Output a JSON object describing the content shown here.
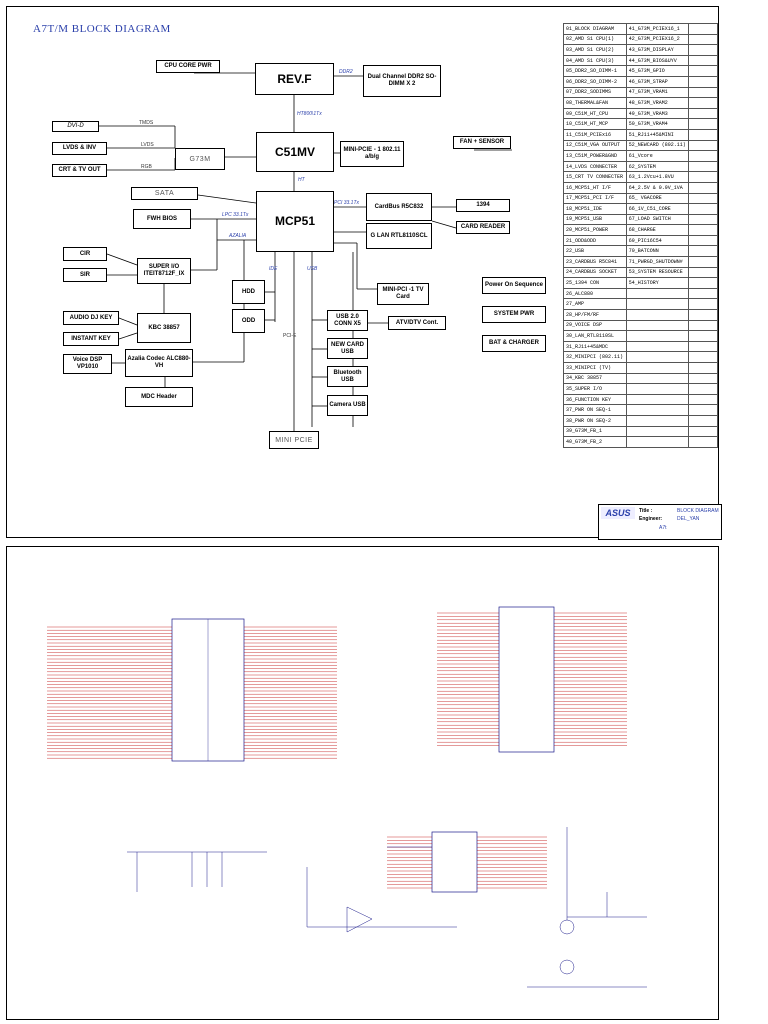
{
  "diagram_title": "A7T/M BLOCK DIAGRAM",
  "blocks": {
    "cpu_core_pwr": "CPU CORE PWR",
    "revf": "REV.F",
    "ddr2": "Dual Channel DDR2 SO-DIMM X 2",
    "dvid": "DVI-D",
    "lvds": "LVDS & INV",
    "crt": "CRT & TV OUT",
    "g73m": "G73M",
    "c51mv": "C51MV",
    "minipcie1": "MINI-PCIE - 1 802.11 a/b/g",
    "fan": "FAN + SENSOR",
    "sata": "SATA",
    "fwh": "FWH BIOS",
    "mcp51": "MCP51",
    "cardbus": "CardBus R5C832",
    "ieee1394": "1394",
    "cardreader": "CARD READER",
    "glan": "G LAN RTL8110SCL",
    "cir": "CIR",
    "sir": "SIR",
    "superio": "SUPER I/O ITEIT8712F_IX",
    "hdd": "HDD",
    "odd": "ODD",
    "minipci": "MINI-PCI -1 TV Card",
    "poweron": "Power On Sequence",
    "audiodj": "AUDIO DJ KEY",
    "kbc": "KBC 38857",
    "instantkey": "INSTANT KEY",
    "usb20": "USB 2.0 CONN X5",
    "atvdtv": "ATV/DTV Cont.",
    "syspwr": "SYSTEM PWR",
    "voicedsp": "Voice DSP VP1010",
    "azalia": "Azalia Codec ALC880-VH",
    "newcard": "NEW CARD USB",
    "batcharger": "BAT & CHARGER",
    "bluetooth": "Bluetooth USB",
    "mdc": "MDC Header",
    "camera": "Camera USB",
    "minipcie2": "MINI PCIE"
  },
  "bus_labels": {
    "ddr2": "DDR2",
    "ht1": "HT800\\1Tx",
    "ht2": "HT",
    "pci": "PCI 33.1Tx",
    "lpc": "LPC 33.1Tx",
    "azalia": "AZALIA",
    "ide": "IDE",
    "usb": "USB",
    "pcie": "PCI-E",
    "tmds": "TMDS",
    "lvds": "LVDS",
    "rgb": "RGB"
  },
  "index_rows": [
    [
      "01_BLOCK DIAGRAM",
      "41_G73M_PCIEX16_1"
    ],
    [
      "02_AMD S1 CPU(1)",
      "42_G73M_PCIEX16_2"
    ],
    [
      "03_AMD S1 CPU(2)",
      "43_G73M_DISPLAY"
    ],
    [
      "04_AMD S1 CPU(3)",
      "44_G73M_BIOS&UYV"
    ],
    [
      "05_DDR2_SO_DIMM-1",
      "45_G73M_GPIO"
    ],
    [
      "06_DDR2_SO_DIMM-2",
      "46_G73M_STRAP"
    ],
    [
      "07_DDR2_SODIMMS",
      "47_G73M_VRAM1"
    ],
    [
      "08_THERMAL&FAN",
      "48_G73M_VRAM2"
    ],
    [
      "09_C51M_HT_CPU",
      "49_G73M_VRAM3"
    ],
    [
      "10_C51M_HT_MCP",
      "50_G73M_VRAM4"
    ],
    [
      "11_C51M_PCIEx16",
      "51_RJ11+45&MINI"
    ],
    [
      "12_C51M_VGA OUTPUT",
      "52_NEWCARD (802.11)"
    ],
    [
      "13_C51M_POWER&GND",
      "61_Vcore"
    ],
    [
      "14_LVDS CONNECTER",
      "62_SYSTEM"
    ],
    [
      "15_CRT TV CONNECTER",
      "63_1.2Vcu+1.8VU"
    ],
    [
      "16_MCP51_HT I/F",
      "64_2.5V & 0.9V_1VA"
    ],
    [
      "17_MCP51_PCI I/F",
      "65_ VGACORE"
    ],
    [
      "18_MCP51_IDE",
      "66_1V_C51_CORE"
    ],
    [
      "19_MCP51_USB",
      "67_LOAD SWITCH"
    ],
    [
      "20_MCP51_POWER",
      "68_CHARGE"
    ],
    [
      "21_ODD&ODD",
      "69_PIC16C54"
    ],
    [
      "22_USB",
      "70_BATCONN"
    ],
    [
      "23_CARDBUS R5C841",
      "71_PWRGD_SHUTDOWN#"
    ],
    [
      "24_CARDBUS SOCKET",
      "53_SYSTEM RESOURCE"
    ],
    [
      "25_1394 CON",
      "54_HISTORY"
    ],
    [
      "26_ALC880",
      ""
    ],
    [
      "27_AMP",
      ""
    ],
    [
      "28_HP/FM/RF",
      ""
    ],
    [
      "29_VOICE DSP",
      ""
    ],
    [
      "30_LAN_RTL8110SL",
      ""
    ],
    [
      "31_RJ11+45&MDC",
      ""
    ],
    [
      "32_MINIPCI (802.11)",
      ""
    ],
    [
      "33_MINIPCI (TV)",
      ""
    ],
    [
      "34_KBC 38857",
      ""
    ],
    [
      "35_SUPER I/O",
      ""
    ],
    [
      "36_FUNCTION KEY",
      ""
    ],
    [
      "37_PWR ON SEQ-1",
      ""
    ],
    [
      "38_PWR ON SEQ-2",
      ""
    ],
    [
      "39_G73M_FB_1",
      ""
    ],
    [
      "40_G73M_FB_2",
      ""
    ]
  ],
  "title_block": {
    "logo": "ASUS",
    "title_label": "Title :",
    "title_value": "BLOCK DIAGRAM",
    "engineer_label": "Engineer:",
    "engineer_value": "DEL_YAN",
    "project": "A7t"
  }
}
